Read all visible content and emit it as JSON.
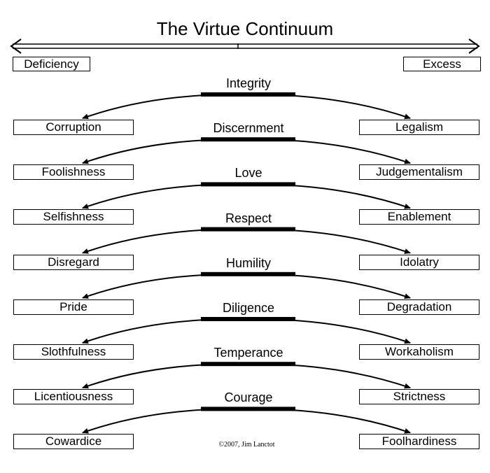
{
  "title": "The Virtue Continuum",
  "headers": {
    "deficiency": "Deficiency",
    "excess": "Excess"
  },
  "rows": [
    {
      "virtue": "Integrity",
      "deficiency": "Corruption",
      "excess": "Legalism"
    },
    {
      "virtue": "Discernment",
      "deficiency": "Foolishness",
      "excess": "Judgementalism"
    },
    {
      "virtue": "Love",
      "deficiency": "Selfishness",
      "excess": "Enablement"
    },
    {
      "virtue": "Respect",
      "deficiency": "Disregard",
      "excess": "Idolatry"
    },
    {
      "virtue": "Humility",
      "deficiency": "Pride",
      "excess": "Degradation"
    },
    {
      "virtue": "Diligence",
      "deficiency": "Slothfulness",
      "excess": "Workaholism"
    },
    {
      "virtue": "Temperance",
      "deficiency": "Licentiousness",
      "excess": "Strictness"
    },
    {
      "virtue": "Courage",
      "deficiency": "Cowardice",
      "excess": "Foolhardiness"
    }
  ],
  "credit": "©2007, Jim Lanctot"
}
